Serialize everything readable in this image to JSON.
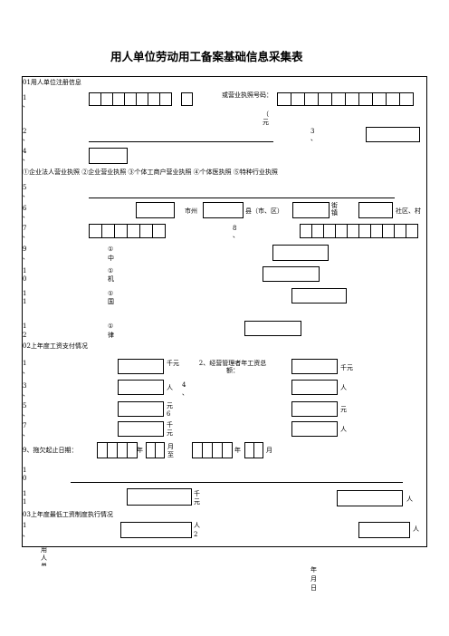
{
  "title": "用人单位劳动用工备案基础信息采集表",
  "section1": {
    "heading": "01用人单位注册信息",
    "license_label": "或营业执照号码：",
    "paren_note": "（",
    "yuan": "元",
    "license_types": "①企业法人营业执照 ②企业营业执照 ③个体工商户营业执照 ④个体医执照 ⑤特种行业执照",
    "city": "市州",
    "county": "县（市、区）",
    "street": "街镇",
    "village": "社区、村",
    "item8": "8",
    "item8_sep": "、",
    "item3": "3",
    "item3_sep": "、",
    "opt_zhong": "中",
    "opt_ji": "机",
    "opt_guo": "国",
    "opt_lv": "律",
    "circle1": "①"
  },
  "section2": {
    "heading": "02上年度工资支付情况",
    "qianyuan": "千元",
    "item2": "2、经营管理者年工资总额：",
    "ren": "人",
    "item4": "4",
    "item4_sep": "、",
    "yuan": "元",
    "item6": "6",
    "qian": "千",
    "item9": "9、拖欠起止日期：",
    "nian": "年",
    "yue": "月",
    "zhi": "至"
  },
  "section3": {
    "heading": "03上年度最低工资制度执行情况",
    "ren": "人",
    "item2": "2"
  },
  "footer": {
    "yong": "用",
    "ren": "人",
    "dan": "单",
    "nian": "年",
    "yue": "月",
    "ri": "日"
  },
  "row_nums": [
    "1",
    "2",
    "4",
    "5",
    "6",
    "7",
    "9",
    "1",
    "0",
    "1",
    "1",
    "1",
    "2",
    "1",
    "3",
    "5",
    "7",
    "1",
    "1",
    "1"
  ],
  "sep": "、"
}
